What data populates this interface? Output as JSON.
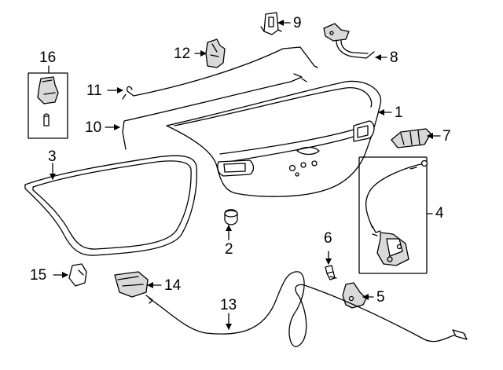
{
  "callouts": {
    "c1": "1",
    "c2": "2",
    "c3": "3",
    "c4": "4",
    "c5": "5",
    "c6": "6",
    "c7": "7",
    "c8": "8",
    "c9": "9",
    "c10": "10",
    "c11": "11",
    "c12": "12",
    "c13": "13",
    "c14": "14",
    "c15": "15",
    "c16": "16"
  },
  "colors": {
    "line": "#000000",
    "part_fill": "#ffffff",
    "shade": "#d9d9d9"
  }
}
